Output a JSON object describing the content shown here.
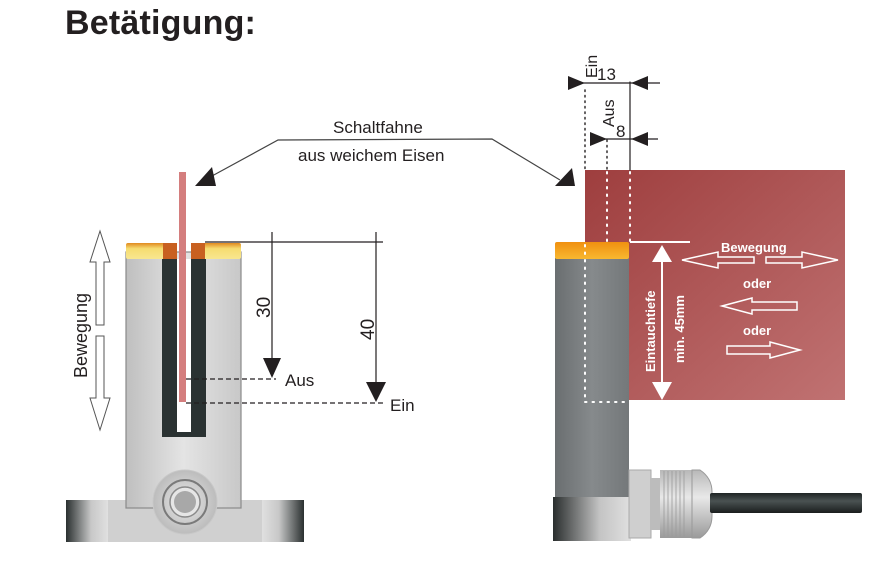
{
  "title": "Betätigung:",
  "labels": {
    "vane_line1": "Schaltfahne",
    "vane_line2": "aus weichem Eisen",
    "left_movement": "Bewegung",
    "dim_off": "30",
    "dim_on": "40",
    "off": "Aus",
    "on": "Ein",
    "top_on": "Ein",
    "top_off": "Aus",
    "dim_on_offset": "13",
    "dim_off_offset": "8",
    "depth_line1": "Eintauchtiefe",
    "depth_line2": "min. 45mm",
    "right_movement": "Bewegung",
    "or1": "oder",
    "or2": "oder"
  },
  "colors": {
    "vane": "#a84848",
    "vane_light": "#c07070",
    "sensor_left_body": "#d4d4d4",
    "sensor_right_body": "#7a7e80",
    "cap_orange": "#f0a020",
    "cap_yellow": "#f8e070",
    "slot_dark": "#2a3232",
    "text": "#231f20"
  }
}
